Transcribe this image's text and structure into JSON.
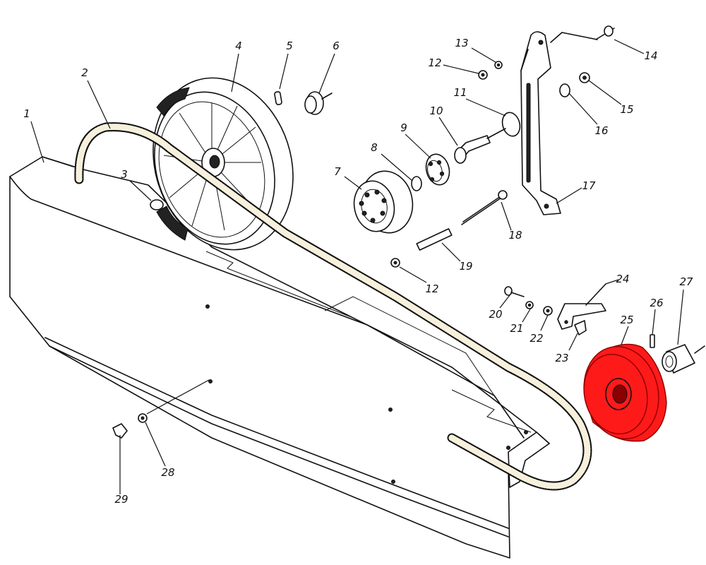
{
  "highlight_color": "#ff1a1a",
  "highlighted_part": "25",
  "callouts": [
    {
      "id": "c1",
      "label": "1"
    },
    {
      "id": "c2",
      "label": "2"
    },
    {
      "id": "c3",
      "label": "3"
    },
    {
      "id": "c4",
      "label": "4"
    },
    {
      "id": "c5",
      "label": "5"
    },
    {
      "id": "c6",
      "label": "6"
    },
    {
      "id": "c7",
      "label": "7"
    },
    {
      "id": "c8",
      "label": "8"
    },
    {
      "id": "c9",
      "label": "9"
    },
    {
      "id": "c10",
      "label": "10"
    },
    {
      "id": "c11",
      "label": "11"
    },
    {
      "id": "c12a",
      "label": "12"
    },
    {
      "id": "c12b",
      "label": "12"
    },
    {
      "id": "c13",
      "label": "13"
    },
    {
      "id": "c14",
      "label": "14"
    },
    {
      "id": "c15",
      "label": "15"
    },
    {
      "id": "c16",
      "label": "16"
    },
    {
      "id": "c17",
      "label": "17"
    },
    {
      "id": "c18",
      "label": "18"
    },
    {
      "id": "c19",
      "label": "19"
    },
    {
      "id": "c20",
      "label": "20"
    },
    {
      "id": "c21",
      "label": "21"
    },
    {
      "id": "c22",
      "label": "22"
    },
    {
      "id": "c23",
      "label": "23"
    },
    {
      "id": "c24",
      "label": "24"
    },
    {
      "id": "c25",
      "label": "25"
    },
    {
      "id": "c26",
      "label": "26"
    },
    {
      "id": "c27",
      "label": "27"
    },
    {
      "id": "c28",
      "label": "28"
    },
    {
      "id": "c29",
      "label": "29"
    }
  ]
}
